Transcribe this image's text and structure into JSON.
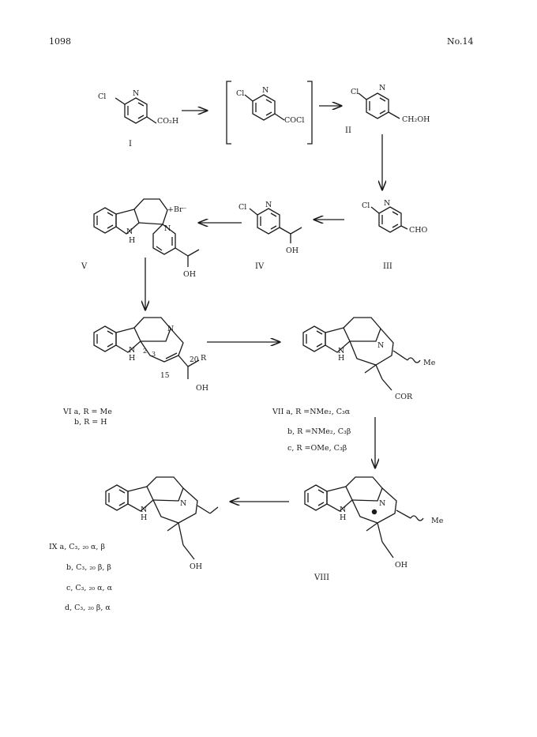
{
  "header": {
    "page_number": "1098",
    "issue": "No.14"
  },
  "compounds": {
    "I": "I",
    "II": "II",
    "III": "III",
    "IV": "IV",
    "V": "V",
    "VIII": "VIII"
  },
  "atoms": {
    "cl": "Cl",
    "n": "N",
    "nh": "H",
    "plus_br": "+Br⁻",
    "co2h": "CO₂H",
    "cocl": "COCl",
    "ch2oh": "CH₂OH",
    "cho": "CHO",
    "oh": "OH",
    "r": "R",
    "me": "Me",
    "cor": "COR",
    "pos2": "2",
    "pos3": "3",
    "pos20": "20",
    "pos15": "15"
  },
  "captions": {
    "vi_a": "VI a, R  = Me",
    "vi_b": "b, R = H",
    "vii_a": "VII a, R =NMe₂, C₃α",
    "vii_b": "b, R =NMe₂, C₃β",
    "vii_c": "c, R =OMe, C₃β",
    "ix_a": "IX a, C₃, ₂₀ α, β",
    "ix_b": "b,  C₃, ₂₀ β, β",
    "ix_c": "c,  C₃, ₂₀ α, α",
    "ix_d": "d,  C₃, ₂₀ β, α"
  }
}
